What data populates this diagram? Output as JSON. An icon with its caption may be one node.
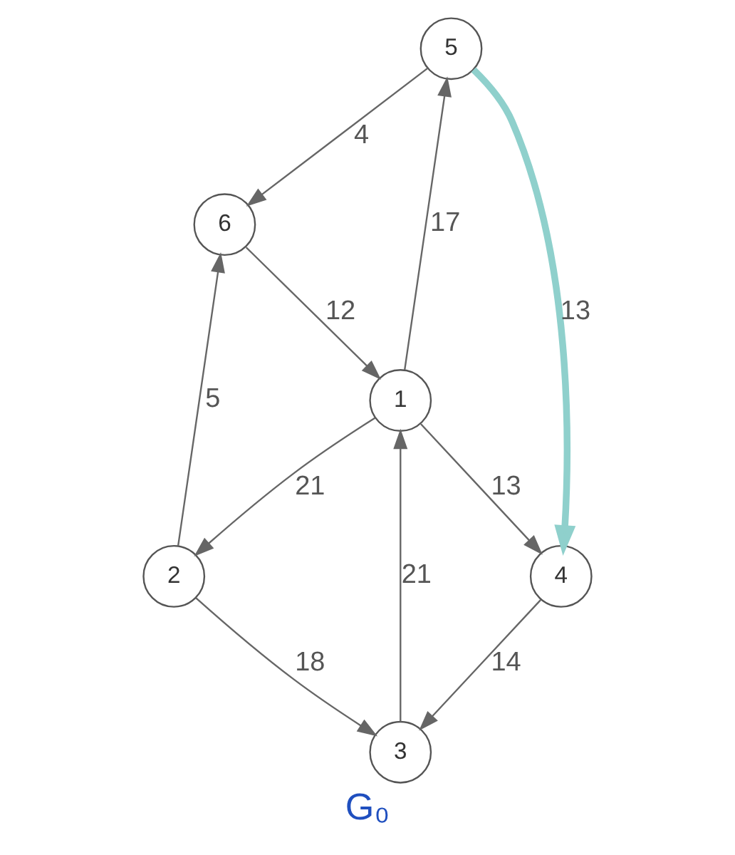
{
  "diagram": {
    "caption": "G₀",
    "nodes": [
      {
        "text": [
          "5"
        ]
      },
      {
        "text": [
          "6"
        ]
      },
      {
        "text": [
          "1"
        ]
      },
      {
        "text": [
          "2"
        ]
      },
      {
        "text": [
          "4"
        ]
      },
      {
        "text": [
          "3"
        ]
      }
    ],
    "edges": [
      {
        "from": 0,
        "to": 1,
        "arrow": "to",
        "label": "4"
      },
      {
        "from": 2,
        "to": 0,
        "arrow": "to",
        "label": "17"
      },
      {
        "from": 1,
        "to": 2,
        "arrow": "to",
        "label": "12"
      },
      {
        "from": 2,
        "to": 3,
        "arrow": "to",
        "label": "21"
      },
      {
        "from": 3,
        "to": 1,
        "arrow": "to",
        "label": "5"
      },
      {
        "from": 0,
        "to": 4,
        "arrow": "to",
        "label": "13",
        "style": "thick",
        "color": "#8fd0cc"
      },
      {
        "from": 2,
        "to": 4,
        "arrow": "to",
        "label": "13"
      },
      {
        "from": 5,
        "to": 2,
        "arrow": "to",
        "label": "21"
      },
      {
        "from": 3,
        "to": 5,
        "arrow": "to",
        "label": "18"
      },
      {
        "from": 4,
        "to": 5,
        "arrow": "to",
        "label": "14"
      }
    ]
  }
}
